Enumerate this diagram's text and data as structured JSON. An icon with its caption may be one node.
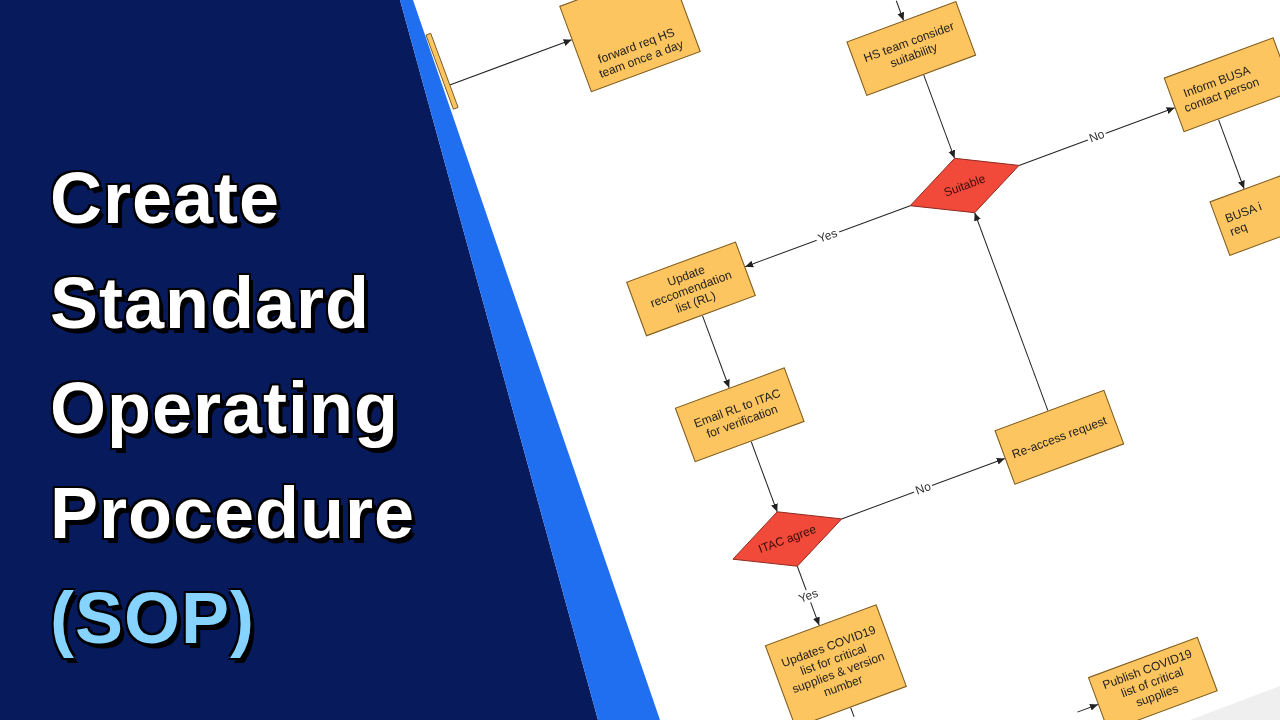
{
  "diagram": {
    "title": "Create Standard Operating Procedure (SOP)",
    "nodes": [
      {
        "text": [],
        "shape": "box"
      },
      {
        "text": [
          "forward req HS team once a day"
        ]
      },
      {
        "text": [
          "HS team consider suitability"
        ]
      },
      {
        "text": [
          "Suitable"
        ]
      },
      {
        "text": [
          "Inform BUSA contact person"
        ]
      },
      {
        "text": [
          "BUSA i req"
        ]
      },
      {
        "text": [
          "Update reccomendation list (RL)"
        ]
      },
      {
        "text": [
          "Email RL to ITAC for verification"
        ]
      },
      {
        "text": [
          "ITAC agree"
        ]
      },
      {
        "text": [
          "Re-access request"
        ]
      },
      {
        "text": [
          "Updates COVID19 list for critical supplies & version number"
        ]
      },
      {
        "text": [
          "Publish COVID19 list of critical supplies"
        ]
      }
    ],
    "edges": [
      {
        "from": 0,
        "to": 1,
        "arrow": "to"
      },
      {
        "from": null,
        "to": 2,
        "arrow": "to"
      },
      {
        "from": 2,
        "to": 3,
        "arrow": "to"
      },
      {
        "from": 3,
        "to": 4,
        "arrow": "to",
        "label": "No"
      },
      {
        "from": 3,
        "to": 6,
        "arrow": "to",
        "label": "Yes"
      },
      {
        "from": 4,
        "to": 5,
        "arrow": "to"
      },
      {
        "from": 6,
        "to": 7,
        "arrow": "to"
      },
      {
        "from": 7,
        "to": 8,
        "arrow": "to"
      },
      {
        "from": 8,
        "to": 9,
        "arrow": "to",
        "label": "No"
      },
      {
        "from": 9,
        "to": 3,
        "arrow": "to"
      },
      {
        "from": 8,
        "to": 10,
        "arrow": "to",
        "label": "Yes"
      },
      {
        "from": 10,
        "to": null,
        "arrow": "none"
      },
      {
        "from": null,
        "to": 11,
        "arrow": "to"
      }
    ]
  }
}
